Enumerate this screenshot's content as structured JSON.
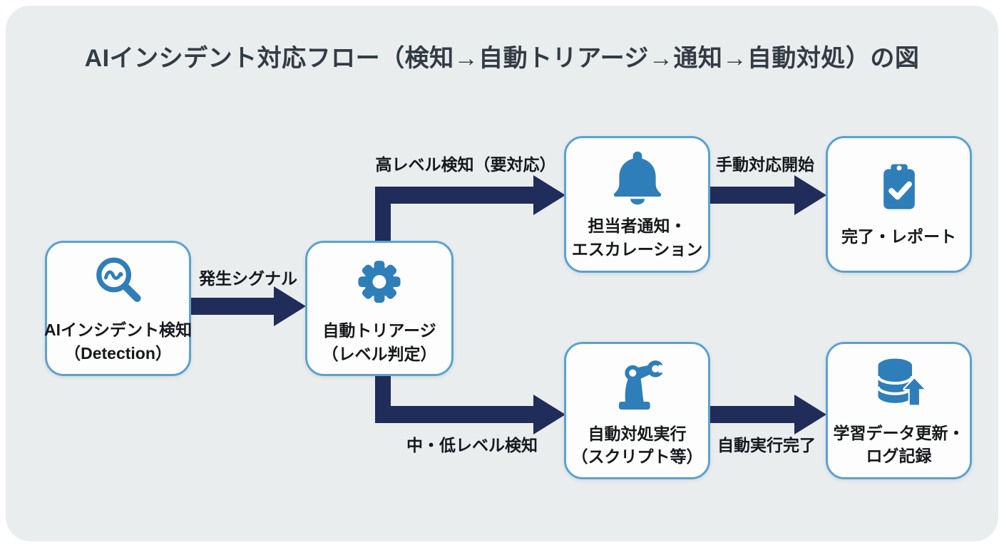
{
  "title": "AIインシデント対応フロー（検知→自動トリアージ→通知→自動対処）の図",
  "colors": {
    "panel_background": "#e9edee",
    "box_fill": "#fdfdfe",
    "box_border": "#5aa2d2",
    "icon_blue": "#2e7eb9",
    "arrow_navy": "#202c5a",
    "text": "#16181b"
  },
  "nodes": [
    {
      "id": "detection",
      "icon": "magnifier-wave-icon",
      "lines": [
        "AIインシデント検知",
        "（Detection）"
      ]
    },
    {
      "id": "triage",
      "icon": "gear-icon",
      "lines": [
        "自動トリアージ",
        "（レベル判定）"
      ]
    },
    {
      "id": "notify",
      "icon": "bell-icon",
      "lines": [
        "担当者通知・",
        "エスカレーション"
      ]
    },
    {
      "id": "report",
      "icon": "clipboard-check-icon",
      "lines": [
        "完了・レポート"
      ]
    },
    {
      "id": "auto_action",
      "icon": "robot-arm-icon",
      "lines": [
        "自動対処実行",
        "（スクリプト等）"
      ]
    },
    {
      "id": "learning",
      "icon": "database-upload-icon",
      "lines": [
        "学習データ更新・",
        "ログ記録"
      ]
    }
  ],
  "edges": [
    {
      "from": "detection",
      "to": "triage",
      "label": "発生シグナル"
    },
    {
      "from": "triage",
      "to": "notify",
      "label": "高レベル検知（要対応）"
    },
    {
      "from": "notify",
      "to": "report",
      "label": "手動対応開始"
    },
    {
      "from": "triage",
      "to": "auto_action",
      "label": "中・低レベル検知"
    },
    {
      "from": "auto_action",
      "to": "learning",
      "label": "自動実行完了"
    }
  ]
}
